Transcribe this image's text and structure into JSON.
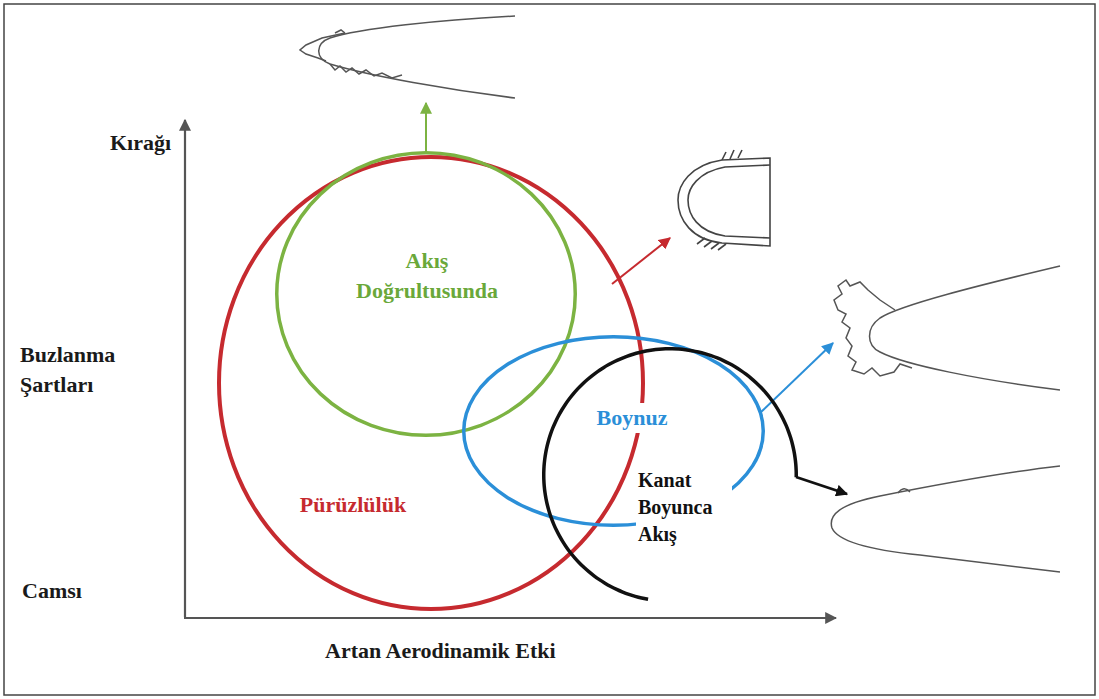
{
  "diagram": {
    "nodes": [
      {
        "text": [
          "Pürüzlülük"
        ]
      },
      {
        "text": [
          "Akış Doğrultusunda"
        ],
        "in": 0
      },
      {
        "text": [
          "Boynuz"
        ]
      },
      {
        "text": [
          "Kanat Boyunca Akış"
        ]
      }
    ],
    "labels": [
      "Kırağı",
      "Buzlanma Şartları",
      "Camsı",
      "Artan Aerodinamik Etki"
    ]
  }
}
